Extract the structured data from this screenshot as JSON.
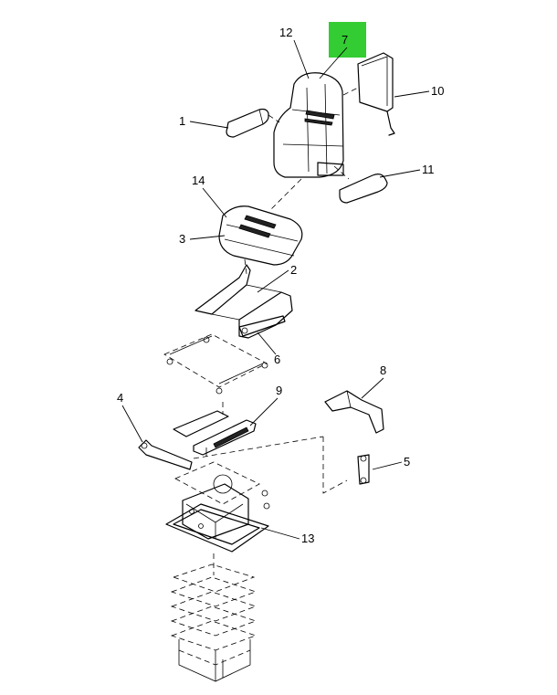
{
  "highlight_color": "#33cc33",
  "callouts": {
    "c1": "1",
    "c2": "2",
    "c3": "3",
    "c4": "4",
    "c5": "5",
    "c6": "6",
    "c7": "7",
    "c8": "8",
    "c9": "9",
    "c10": "10",
    "c11": "11",
    "c12": "12",
    "c13": "13",
    "c14": "14"
  }
}
